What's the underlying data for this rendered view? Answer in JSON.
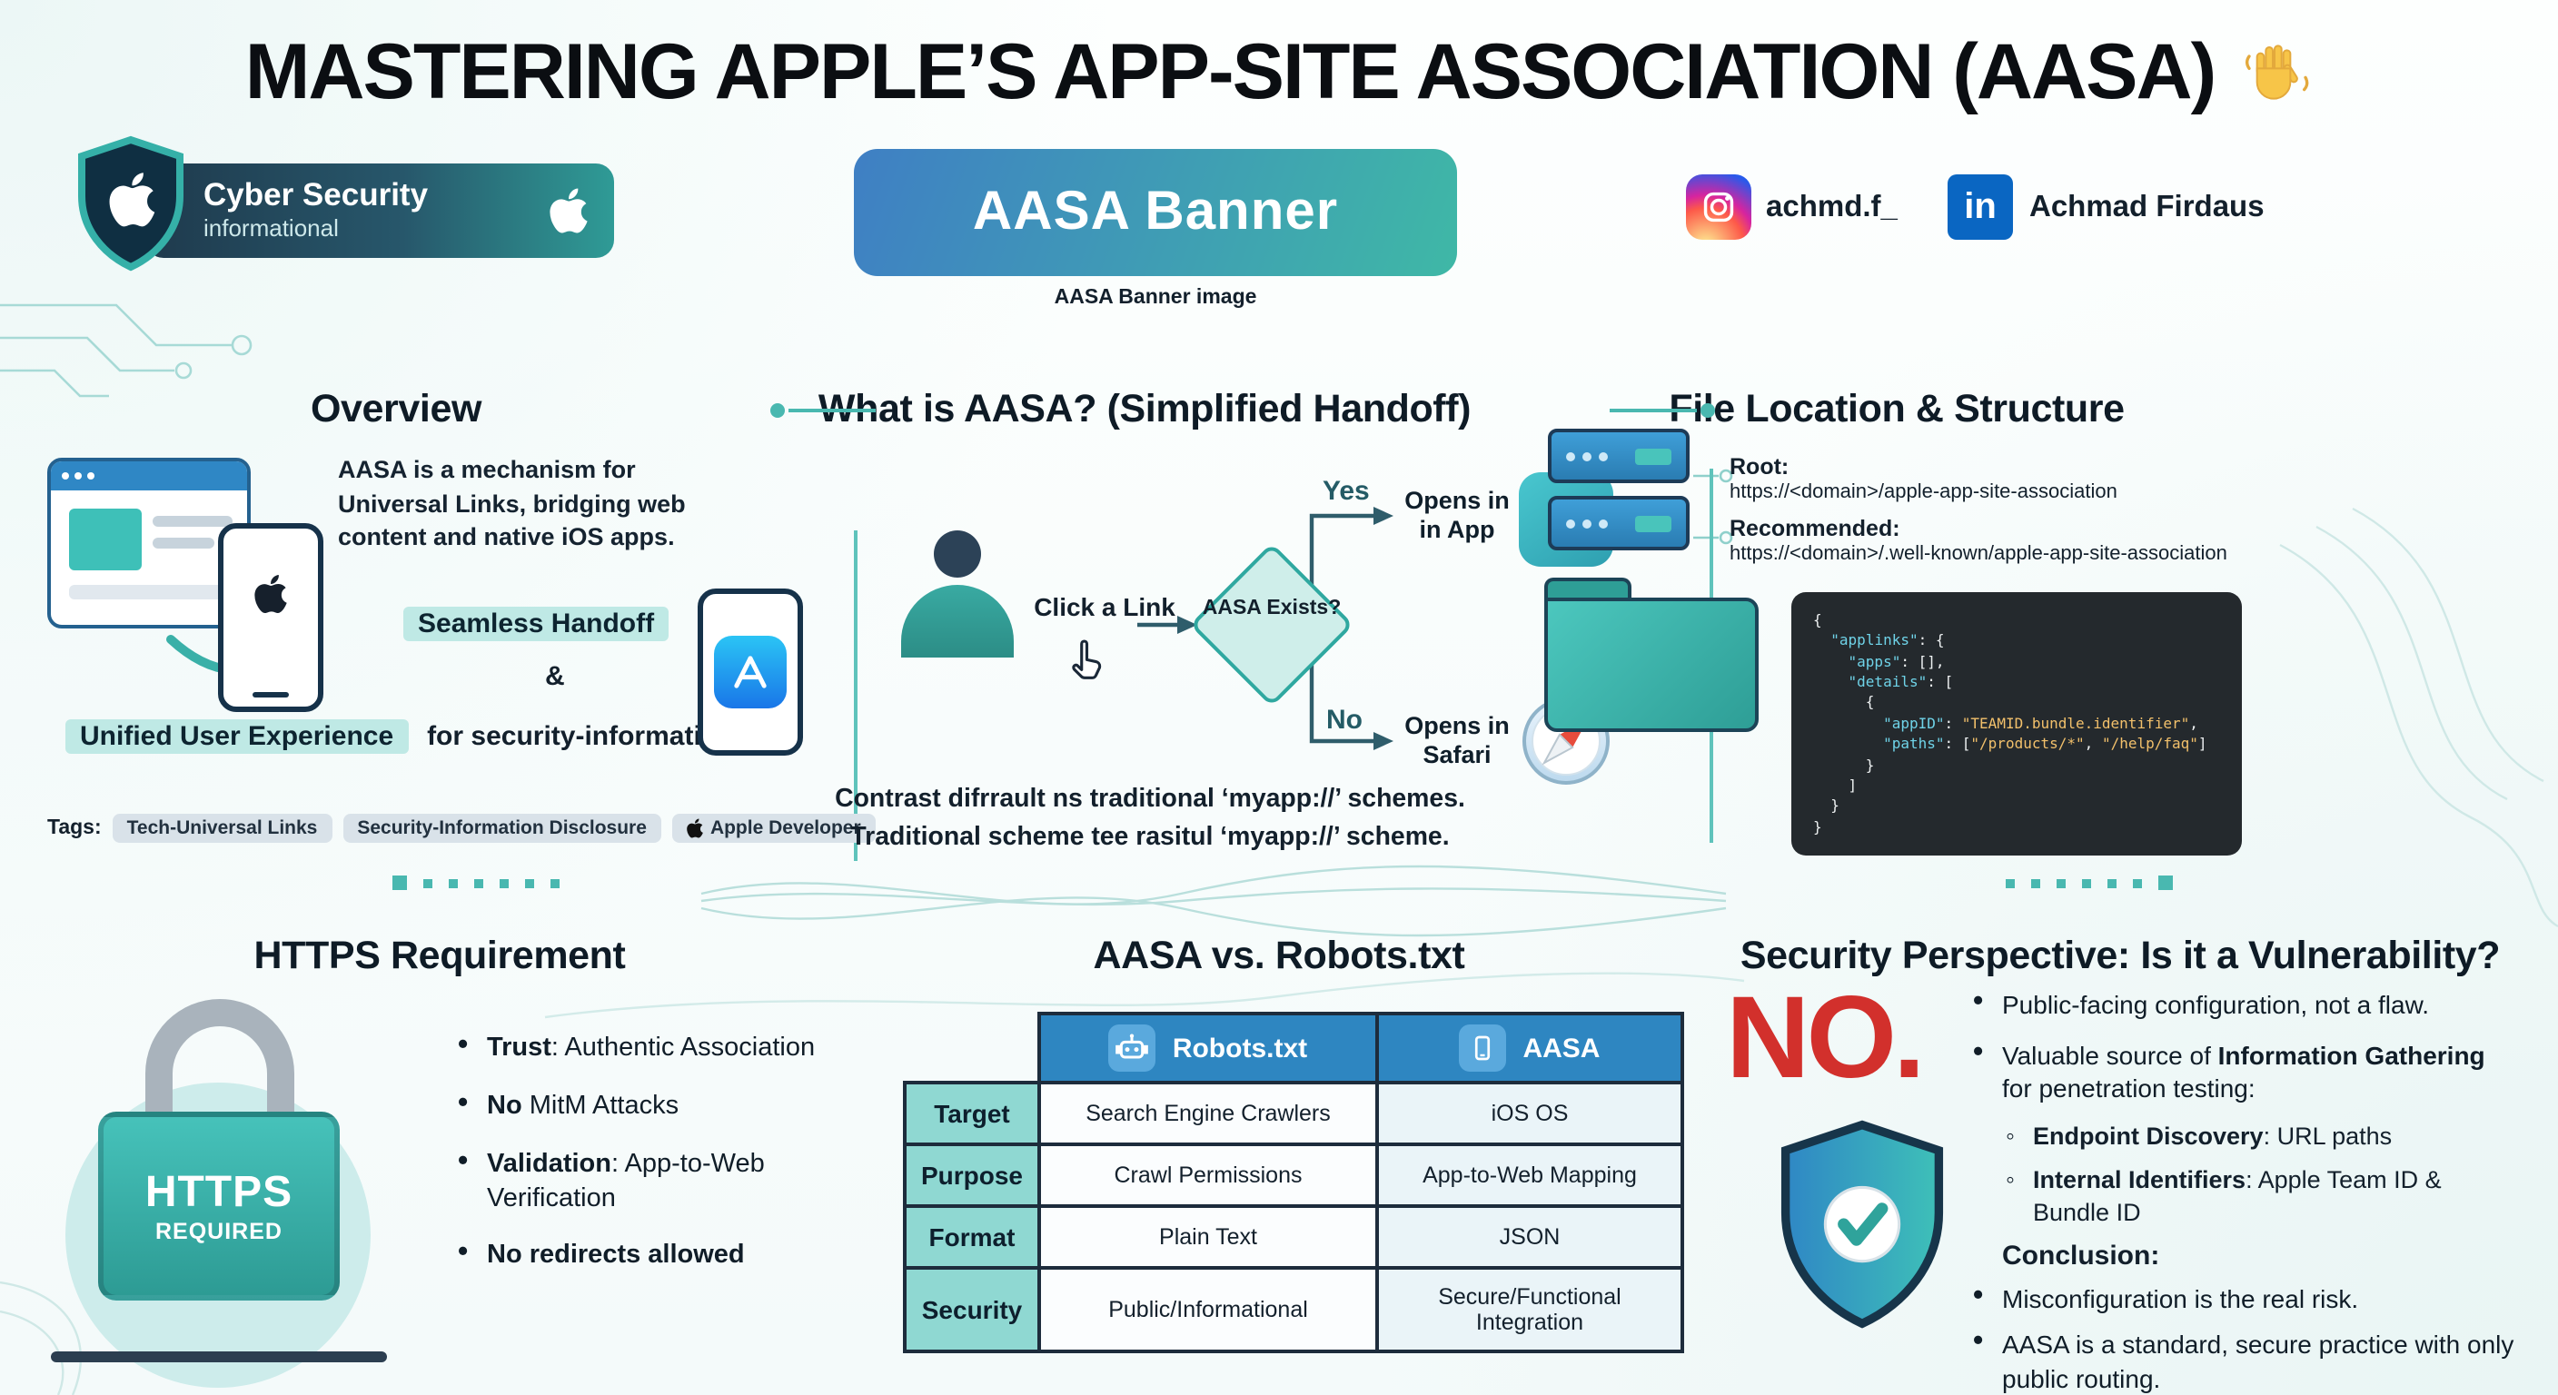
{
  "page": {
    "title": "MASTERING APPLE’S APP-SITE ASSOCIATION (AASA)",
    "wave_emoji": "👋"
  },
  "badge": {
    "title": "Cyber Security",
    "subtitle": "informational"
  },
  "banner": {
    "label": "AASA Banner",
    "caption": "AASA Banner image"
  },
  "social": {
    "instagram_handle": "achmd.f_",
    "linkedin_glyph": "in",
    "linkedin_name": "Achmad Firdaus"
  },
  "overview": {
    "heading": "Overview",
    "description": "AASA is a mechanism for Universal Links, bridging web content and native iOS apps.",
    "highlight1": "Seamless Handoff",
    "ampersand": "&",
    "highlight2": "Unified User Experience",
    "highlight2_suffix": "for security-information.",
    "tags_label": "Tags:",
    "tags": [
      "Tech-Universal Links",
      "Security-Information Disclosure",
      "Apple Developer"
    ]
  },
  "flow": {
    "heading": "What is AASA? (Simplified Handoff)",
    "click_label": "Click a Link",
    "decision_label": "AASA Exists?",
    "yes_label": "Yes",
    "no_label": "No",
    "yes_result_line1": "Opens in",
    "yes_result_line2": "in App",
    "no_result_line1": "Opens in",
    "no_result_line2": "Safari",
    "note_line1": "Contrast difrrault ns traditional ‘myapp://’ schemes.",
    "note_line2": "Traditional scheme tee rasitul ‘myapp://’ scheme."
  },
  "file_location": {
    "heading": "File Location & Structure",
    "root_label": "Root:",
    "root_url": "https://<domain>/apple-app-site-association",
    "recommended_label": "Recommended:",
    "recommended_url": "https://<domain>/.well-known/apple-app-site-association",
    "code": "{\n  \"applinks\": {\n    \"apps\": [],\n    \"details\": [\n      {\n        \"appID\": \"TEAMID.bundle.identifier\",\n        \"paths\": [\"/products/*\", \"/help/faq\"]\n      }\n    ]\n  }\n}"
  },
  "https": {
    "heading": "HTTPS Requirement",
    "lock_line1": "HTTPS",
    "lock_line2": "REQUIRED",
    "bullets": [
      {
        "b": "Trust",
        "t": ": Authentic Association"
      },
      {
        "b": "No",
        "t": " MitM Attacks"
      },
      {
        "b": "Validation",
        "t": ": App-to-Web Verification"
      },
      {
        "b": "No redirects allowed",
        "t": ""
      }
    ]
  },
  "comparison": {
    "heading": "AASA vs. Robots.txt",
    "col_robots": "Robots.txt",
    "col_aasa": "AASA",
    "rows": [
      {
        "label": "Target",
        "robots": "Search Engine Crawlers",
        "aasa": "iOS OS"
      },
      {
        "label": "Purpose",
        "robots": "Crawl Permissions",
        "aasa": "App-to-Web Mapping"
      },
      {
        "label": "Format",
        "robots": "Plain Text",
        "aasa": "JSON"
      },
      {
        "label": "Security",
        "robots": "Public/Informational",
        "aasa": "Secure/Functional Integration"
      }
    ]
  },
  "security": {
    "heading": "Security Perspective: Is it a Vulnerability?",
    "verdict": "NO.",
    "bullet1": "Public-facing configuration, not a flaw.",
    "bullet2_pre": "Valuable source of ",
    "bullet2_bold": "Information Gathering",
    "bullet2_post": " for penetration testing:",
    "sub_bullets": [
      {
        "b": "Endpoint Discovery",
        "t": ": URL paths"
      },
      {
        "b": "Internal Identifiers",
        "t": ": Apple Team ID & Bundle ID"
      }
    ],
    "conclusion_label": "Conclusion:",
    "conclusion_bullets": [
      "Misconfiguration is the real risk.",
      "AASA is a standard, secure practice with only public routing."
    ]
  },
  "colors": {
    "accent_teal": "#3fbdb5",
    "accent_blue": "#2e86c1",
    "verdict_red": "#d2302c",
    "code_bg": "#24292d"
  }
}
